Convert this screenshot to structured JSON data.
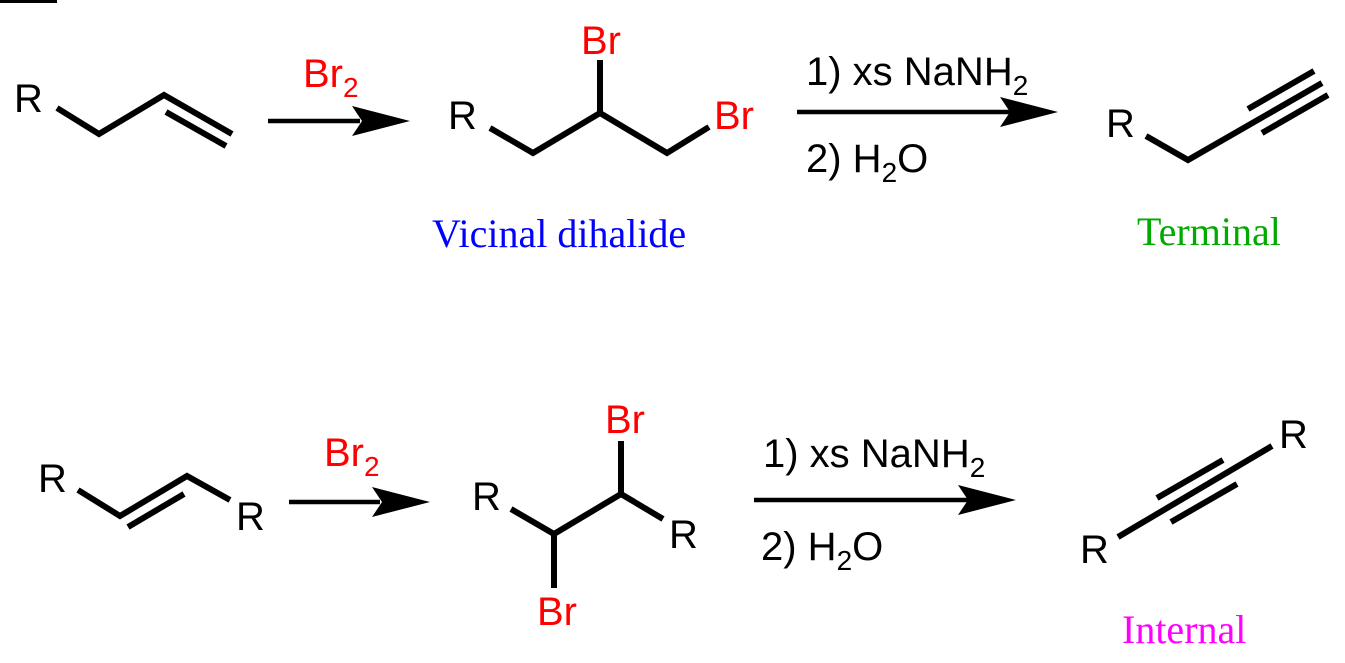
{
  "colors": {
    "bond": "#000000",
    "r_group": "#000000",
    "bromine": "#ff0000",
    "vicinal_label": "#0000ff",
    "terminal_label": "#00aa00",
    "internal_label": "#ff00ff"
  },
  "reactions": [
    {
      "id": "terminal",
      "starting_material": {
        "r_label": "R",
        "description": "terminal alkene (R-CH2-CH=CH2)"
      },
      "step1": {
        "reagent": "Br",
        "reagent_subscript": "2"
      },
      "intermediate": {
        "r_label": "R",
        "br_labels": [
          "Br",
          "Br"
        ],
        "caption": "Vicinal dihalide"
      },
      "step2": {
        "line1_prefix": "1) xs NaNH",
        "line1_subscript": "2",
        "line2_prefix": "2) H",
        "line2_subscript": "2",
        "line2_suffix": "O"
      },
      "product": {
        "r_label": "R",
        "caption": "Terminal"
      }
    },
    {
      "id": "internal",
      "starting_material": {
        "r_labels": [
          "R",
          "R"
        ],
        "description": "internal alkene (R-CH=CH-R)"
      },
      "step1": {
        "reagent": "Br",
        "reagent_subscript": "2"
      },
      "intermediate": {
        "r_labels": [
          "R",
          "R"
        ],
        "br_labels": [
          "Br",
          "Br"
        ]
      },
      "step2": {
        "line1_prefix": "1) xs NaNH",
        "line1_subscript": "2",
        "line2_prefix": "2) H",
        "line2_subscript": "2",
        "line2_suffix": "O"
      },
      "product": {
        "r_labels": [
          "R",
          "R"
        ],
        "caption": "Internal"
      }
    }
  ]
}
